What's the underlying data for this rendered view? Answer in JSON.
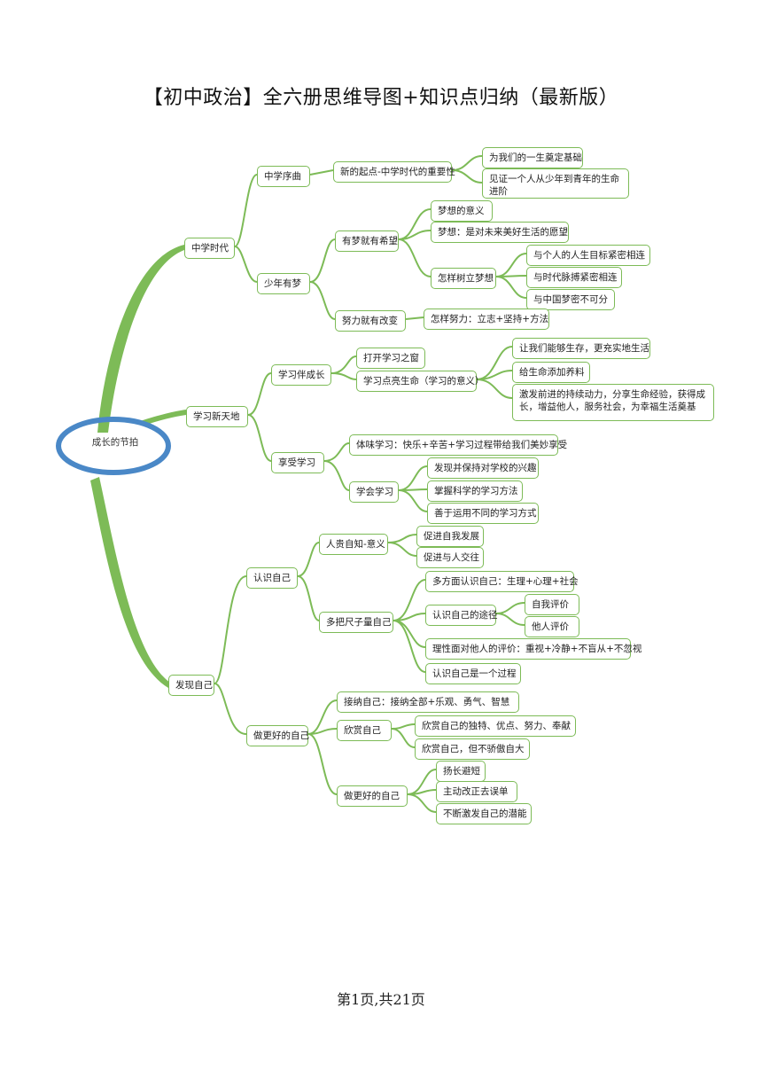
{
  "document": {
    "title": "【初中政治】全六册思维导图+知识点归纳（最新版）",
    "footer": "第1页,共21页"
  },
  "mindmap": {
    "root": "成长的节拍",
    "colors": {
      "line": "#7dbb57",
      "root_ring": "#4a88c7"
    },
    "sections": [
      {
        "label": "中学时代"
      },
      {
        "label": "学习新天地"
      },
      {
        "label": "发现自己"
      }
    ],
    "nodes": {
      "zxxq": "中学序曲",
      "xqd": "新的起点-中学时代的重要性",
      "dj": "为我们的一生奠定基础",
      "jz": "见证一个人从少年到青年的生命进阶",
      "snym": "少年有梦",
      "ymjyxw": "有梦就有希望",
      "mxdyy": "梦想的意义",
      "mxdy": "梦想：是对未来美好生活的愿望",
      "zysl": "怎样树立梦想",
      "sl1": "与个人的人生目标紧密相连",
      "sl2": "与时代脉搏紧密相连",
      "sl3": "与中国梦密不可分",
      "nljygb": "努力就有改变",
      "zynl": "怎样努力：立志+坚持+方法",
      "xxbcz": "学习伴成长",
      "dkxxzc": "打开学习之窗",
      "xxdlsm": "学习点亮生命（学习的意义）",
      "dl1": "让我们能够生存，更充实地生活",
      "dl2": "给生命添加养料",
      "dl3": "激发前进的持续动力，分享生命经验，获得成长，增益他人，服务社会，为幸福生活奠基",
      "xsxx": "享受学习",
      "twxx": "体味学习：快乐+辛苦+学习过程带给我们美妙享受",
      "xhxx": "学会学习",
      "xh1": "发现并保持对学校的兴趣",
      "xh2": "掌握科学的学习方法",
      "xh3": "善于运用不同的学习方式",
      "rszj": "认识自己",
      "rgzz": "人贵自知-意义",
      "rg1": "促进自我发展",
      "rg2": "促进与人交往",
      "dbcz": "多把尺子量自己",
      "db1": "多方面认识自己：生理+心理+社会",
      "db2": "认识自己的途径",
      "tj1": "自我评价",
      "tj2": "他人评价",
      "db3": "理性面对他人的评价：重视+冷静+不盲从+不忽视",
      "db4": "认识自己是一个过程",
      "zghdzj": "做更好的自己",
      "jnzj": "接纳自己：接纳全部+乐观、勇气、智慧",
      "xszj": "欣赏自己",
      "xs1": "欣赏自己的独特、优点、努力、奉献",
      "xs2": "欣赏自己，但不骄傲自大",
      "zghdzj2": "做更好的自己",
      "zg1": "扬长避短",
      "zg2": "主动改正去误单",
      "zg3": "不断激发自己的潜能"
    }
  }
}
